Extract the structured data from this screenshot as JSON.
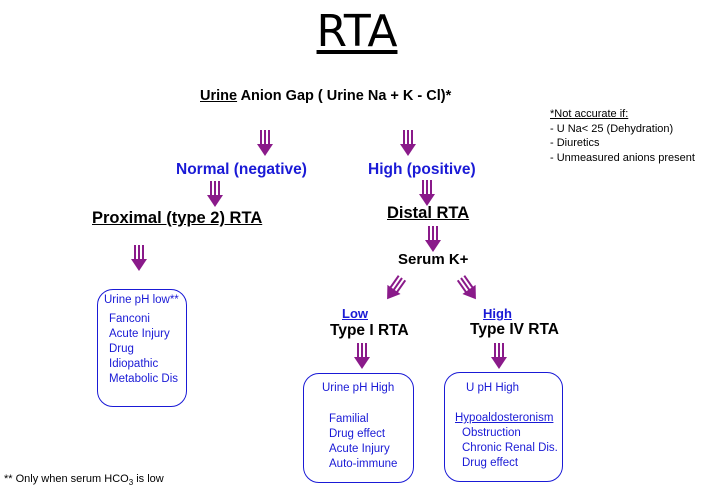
{
  "title": "RTA",
  "urine_anion_gap": {
    "prefix": "Urine",
    "rest": " Anion Gap ( Urine Na + K - Cl)*"
  },
  "note": {
    "header": "*Not accurate if:",
    "items": [
      "- U Na< 25 (Dehydration)",
      "- Diuretics",
      "- Unmeasured anions present"
    ]
  },
  "normal_label": "Normal (negative)",
  "high_label": "High (positive)",
  "proximal_label": "Proximal (type 2) RTA",
  "distal_label": "Distal RTA",
  "serum_k_label": "Serum K+",
  "low_label": "Low",
  "type1_label": "Type I RTA",
  "high_k_label": "High",
  "type4_label": "Type IV RTA",
  "box_proximal": {
    "header": "Urine pH low**",
    "items": [
      "Fanconi",
      "Acute Injury",
      "Drug",
      "Idiopathic",
      "Metabolic Dis"
    ]
  },
  "box_type1": {
    "header": "Urine pH High",
    "items": [
      "Familial",
      "Drug effect",
      "Acute Injury",
      "Auto-immune"
    ]
  },
  "box_type4": {
    "header": "U pH High",
    "items": [
      "Hypoaldosteronism",
      "Obstruction",
      "Chronic Renal Dis.",
      "Drug effect"
    ]
  },
  "footnote": {
    "prefix": "** Only when serum HCO",
    "sub": "3",
    "suffix": " is low"
  },
  "colors": {
    "arrow": "#8a1a8a",
    "blue": "#1a1ad6"
  }
}
